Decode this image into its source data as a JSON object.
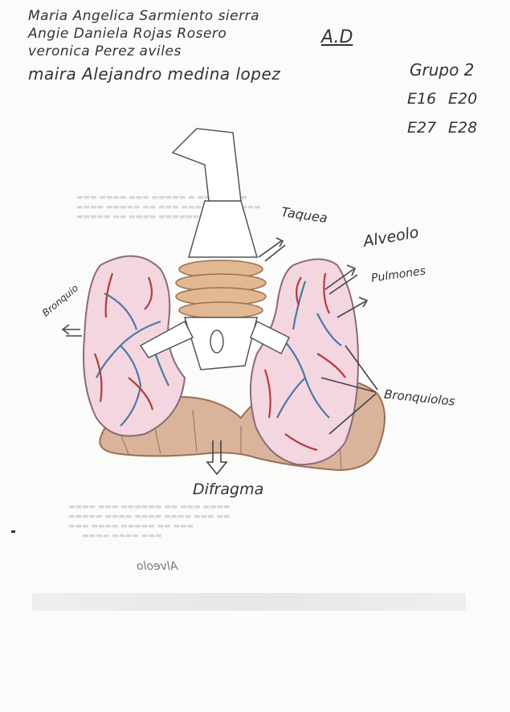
{
  "authors": [
    "Maria Angelica Sarmiento sierra",
    "Angie Daniela Rojas Rosero",
    "veronica Perez aviles",
    "maira Alejandro medina lopez"
  ],
  "initials": "A.D",
  "group": "Grupo 2",
  "codes": [
    "E16",
    "E20",
    "E27",
    "E28"
  ],
  "labels": {
    "trachea": "Taquea",
    "alveolus": "Alveolo",
    "lungs": "Pulmones",
    "bronchioles": "Bronquiolos",
    "bronchus": "Bronquio",
    "diaphragm": "Difragma"
  },
  "mirror_text": "Alveolo"
}
